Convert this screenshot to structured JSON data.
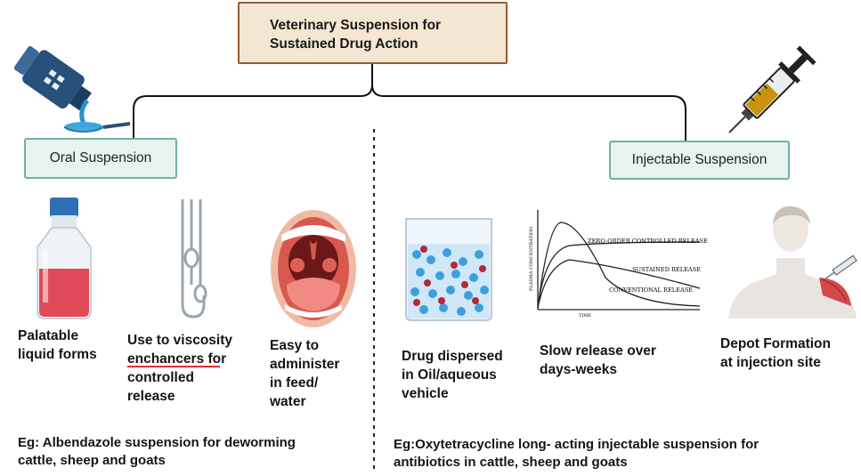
{
  "title": {
    "line1": "Veterinary Suspension for",
    "line2": "Sustained Drug Action"
  },
  "branches": {
    "oral": {
      "label": "Oral Suspension"
    },
    "injectable": {
      "label": "Injectable Suspension"
    }
  },
  "oral_points": [
    {
      "lines": [
        "Palatable",
        "liquid forms"
      ]
    },
    {
      "lines": [
        "Use to viscosity",
        "enchancers for",
        "controlled",
        "release"
      ]
    },
    {
      "lines": [
        "Easy to",
        "administer",
        "in feed/",
        "water"
      ]
    }
  ],
  "injectable_points": [
    {
      "lines": [
        "Drug dispersed",
        "in Oil/aqueous",
        "vehicle"
      ]
    },
    {
      "lines": [
        "Slow release over",
        "days-weeks"
      ]
    },
    {
      "lines": [
        "Depot Formation",
        "at injection site"
      ]
    }
  ],
  "graph_labels": {
    "zero_order": "ZERO-ORDER CONTROLLED RELEASE",
    "sustained": "SUSTAINED RELEASE",
    "conventional": "CONVENTIONAL RELEASE",
    "y_axis": "PLASMA CONCENTRATION",
    "x_axis": "TIME"
  },
  "examples": {
    "oral": {
      "line1": "Eg: Albendazole suspension for deworming",
      "line2": "cattle, sheep and goats"
    },
    "injectable": {
      "line1": "Eg:Oxytetracycline long- acting injectable suspension for",
      "line2": "antibiotics in cattle, sheep and goats"
    }
  },
  "colors": {
    "title_fill": "#f3e6d2",
    "title_border": "#9a5a32",
    "category_fill": "#e6f3ee",
    "category_border": "#6fb39a",
    "underline": "#e03030"
  },
  "icons": [
    "medicine-bottle-icon",
    "syringe-icon",
    "lab-bottle-icon",
    "viscometer-icon",
    "open-mouth-icon",
    "beaker-particles-icon",
    "release-graph-icon",
    "injection-shoulder-icon"
  ]
}
